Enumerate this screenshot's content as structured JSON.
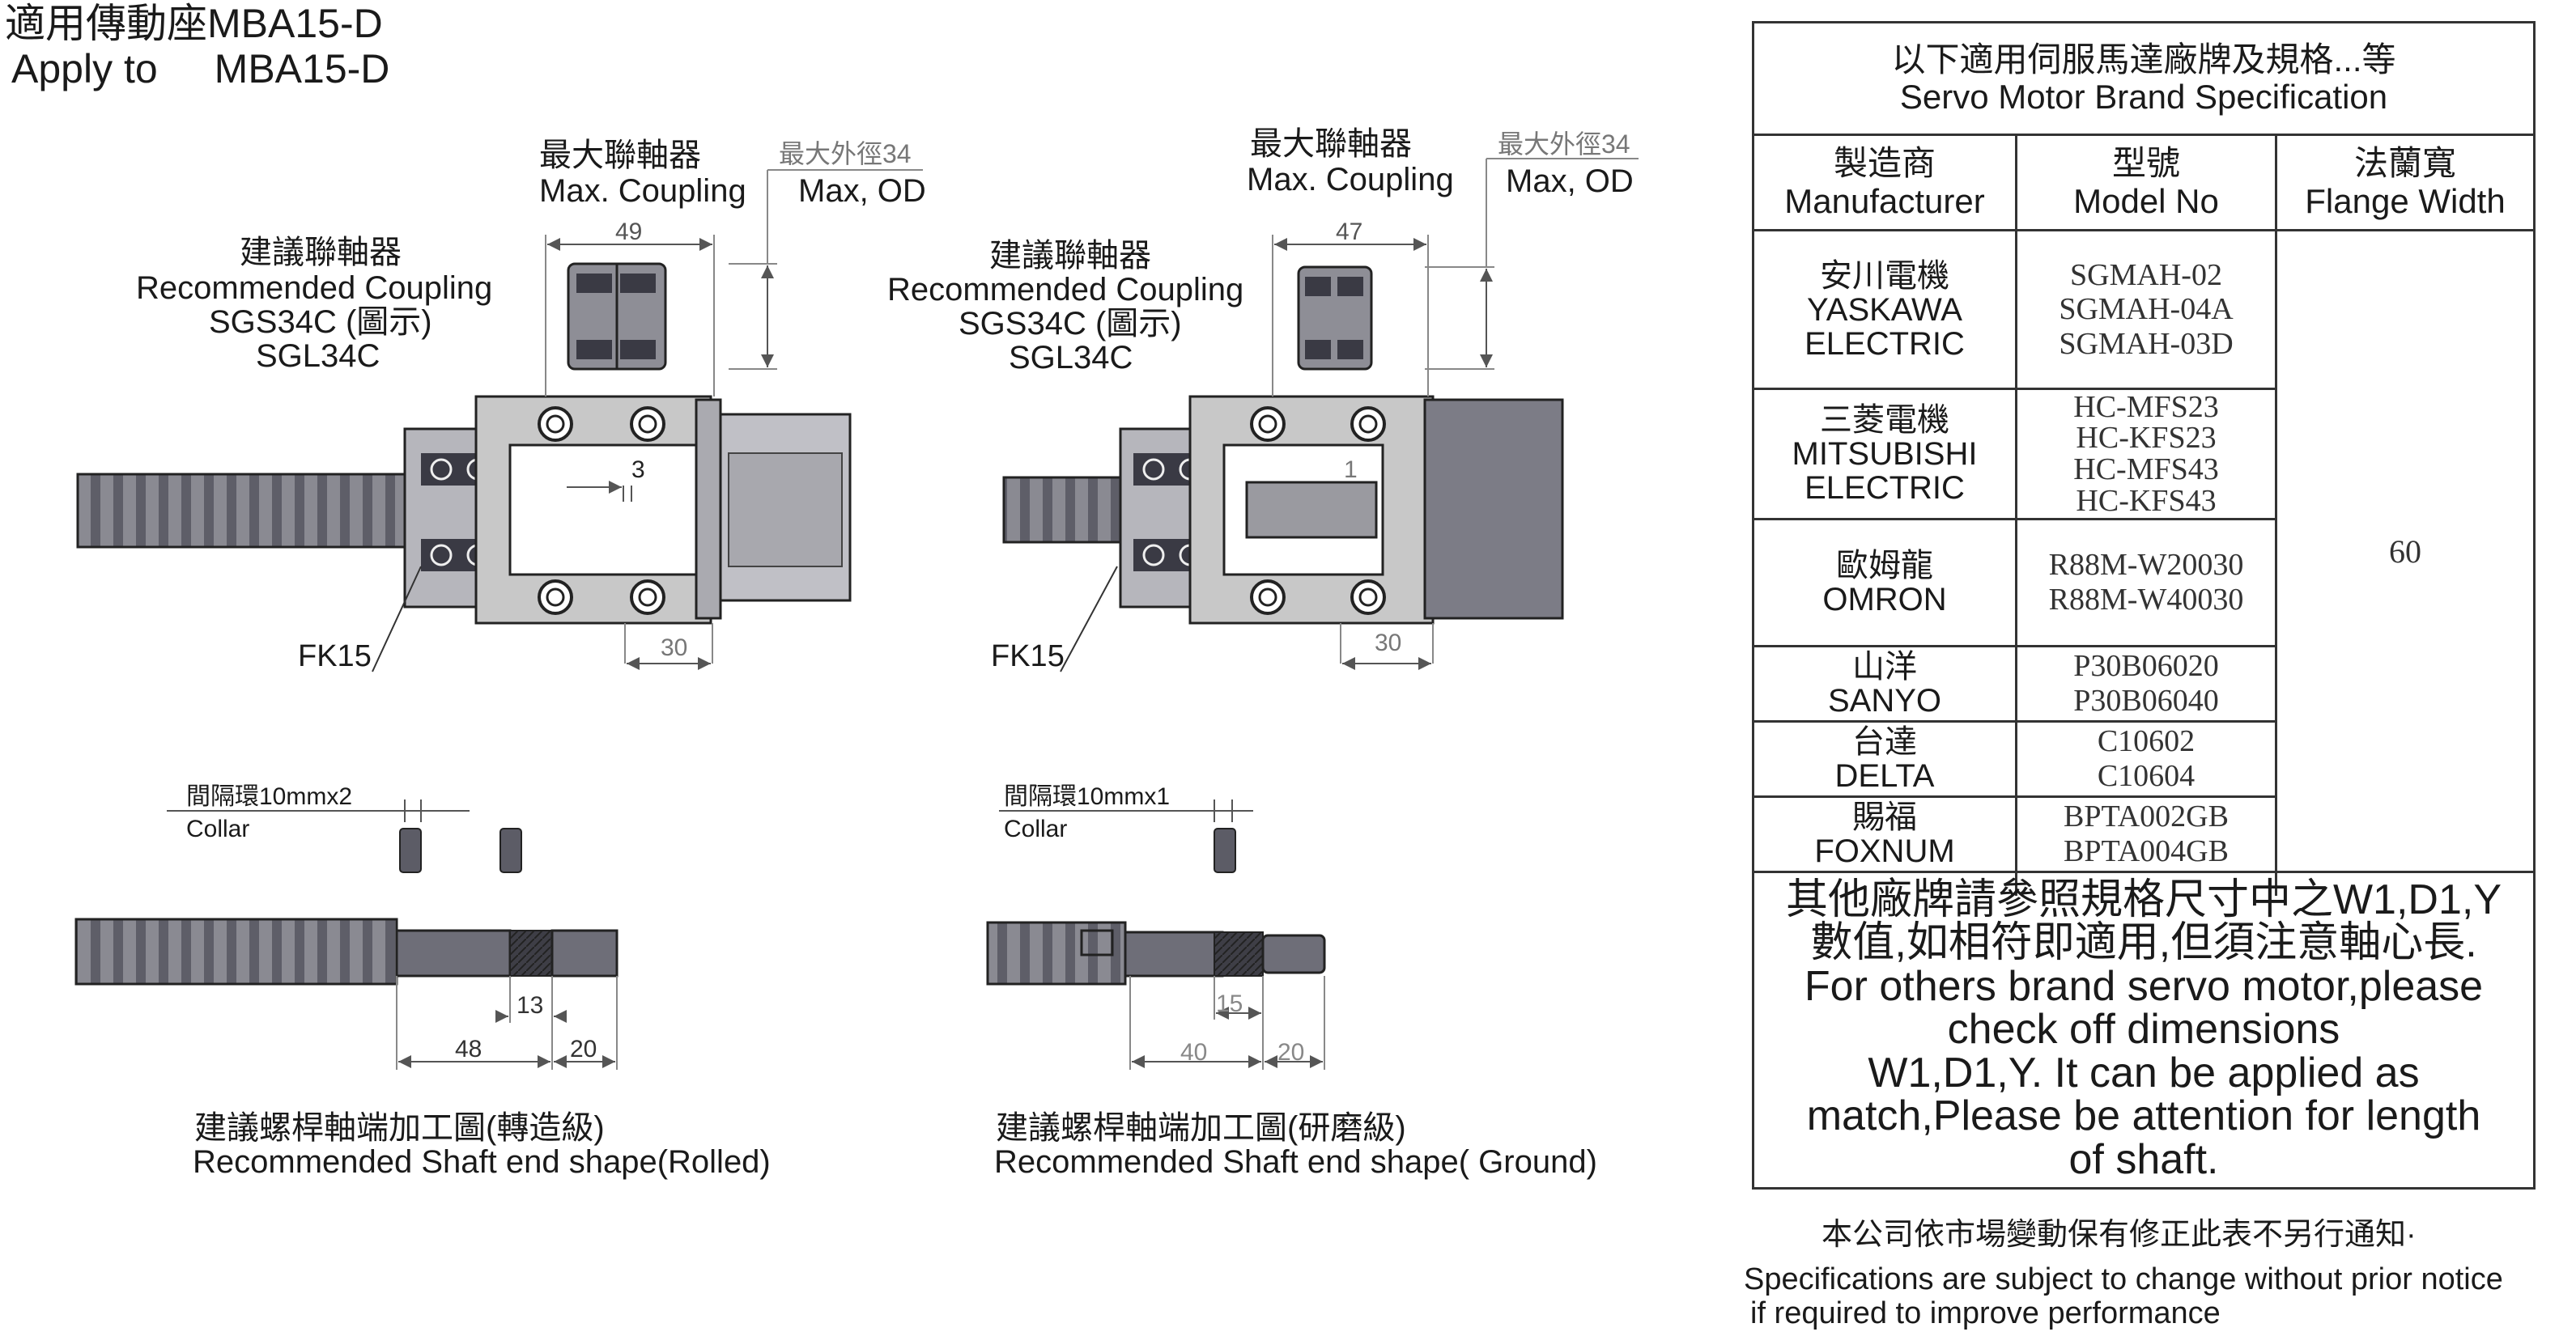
{
  "title": {
    "cn": "適用傳動座MBA15-D",
    "en_prefix": "Apply to",
    "en_model": "MBA15-D"
  },
  "left_assembly": {
    "max_coupling_cn": "最大聯軸器",
    "max_coupling_en": "Max. Coupling",
    "max_od_cn": "最大外徑34",
    "max_od_en": "Max, OD",
    "rec_coupling_cn": "建議聯軸器",
    "rec_coupling_en": "Recommended Coupling",
    "rec_coupling_model1": "SGS34C (圖示)",
    "rec_coupling_model2": "SGL34C",
    "dim_coupling_width": "49",
    "dim_gap": "3",
    "dim_bottom": "30",
    "bearing_label": "FK15"
  },
  "right_assembly": {
    "max_coupling_cn": "最大聯軸器",
    "max_coupling_en": "Max. Coupling",
    "max_od_cn": "最大外徑34",
    "max_od_en": "Max, OD",
    "rec_coupling_cn": "建議聯軸器",
    "rec_coupling_en": "Recommended Coupling",
    "rec_coupling_model1": "SGS34C (圖示)",
    "rec_coupling_model2": "SGL34C",
    "dim_coupling_width": "47",
    "dim_gap": "1",
    "dim_bottom": "30",
    "bearing_label": "FK15"
  },
  "left_shaft": {
    "collar_cn": "間隔環10mmx2",
    "collar_en": "Collar",
    "dim_13": "13",
    "dim_48": "48",
    "dim_20": "20",
    "caption_cn": "建議螺桿軸端加工圖(轉造級)",
    "caption_en": "Recommended Shaft end shape(Rolled)"
  },
  "right_shaft": {
    "collar_cn": "間隔環10mmx1",
    "collar_en": "Collar",
    "dim_15": "15",
    "dim_40": "40",
    "dim_20": "20",
    "caption_cn": "建議螺桿軸端加工圖(研磨級)",
    "caption_en": "Recommended Shaft end shape( Ground)"
  },
  "spec_table": {
    "header_cn": "以下適用伺服馬達廠牌及規格...等",
    "header_en": "Servo Motor Brand Specification",
    "col_manufacturer_cn": "製造商",
    "col_manufacturer_en": "Manufacturer",
    "col_model_cn": "型號",
    "col_model_en": "Model No",
    "col_flange_cn": "法蘭寬",
    "col_flange_en": "Flange Width",
    "flange_value": "60",
    "rows": [
      {
        "cn": "安川電機",
        "en1": "YASKAWA",
        "en2": "ELECTRIC",
        "models": [
          "SGMAH-02",
          "SGMAH-04A",
          "SGMAH-03D"
        ]
      },
      {
        "cn": "三菱電機",
        "en1": "MITSUBISHI",
        "en2": "ELECTRIC",
        "models": [
          "HC-MFS23",
          "HC-KFS23",
          "HC-MFS43",
          "HC-KFS43"
        ]
      },
      {
        "cn": "歐姆龍",
        "en1": "OMRON",
        "en2": "",
        "models": [
          "R88M-W20030",
          "R88M-W40030"
        ]
      },
      {
        "cn": "山洋",
        "en1": "SANYO",
        "en2": "",
        "models": [
          "P30B06020",
          "P30B06040"
        ]
      },
      {
        "cn": "台達",
        "en1": "DELTA",
        "en2": "",
        "models": [
          "C10602",
          "C10604"
        ]
      },
      {
        "cn": "賜福",
        "en1": "FOXNUM",
        "en2": "",
        "models": [
          "BPTA002GB",
          "BPTA004GB"
        ]
      }
    ],
    "note_lines": [
      "其他廠牌請參照規格尺寸中之W1,D1,Y",
      "數值,如相符即適用,但須注意軸心長.",
      "For others brand servo motor,please",
      "check off dimensions",
      "W1,D1,Y. It can be applied as",
      "match,Please be attention for length",
      "of shaft."
    ]
  },
  "footer": {
    "notice_cn": "本公司依市場變動保有修正此表不另行通知·",
    "notice_en1": "Specifications are subject to change without prior notice",
    "notice_en2": "if required to improve performance"
  },
  "colors": {
    "part_light": "#c8c8c8",
    "part_mid": "#9a9aa0",
    "part_dark": "#5c5c66",
    "line": "#1a1a1a",
    "dim_line": "#8a8a8a"
  }
}
